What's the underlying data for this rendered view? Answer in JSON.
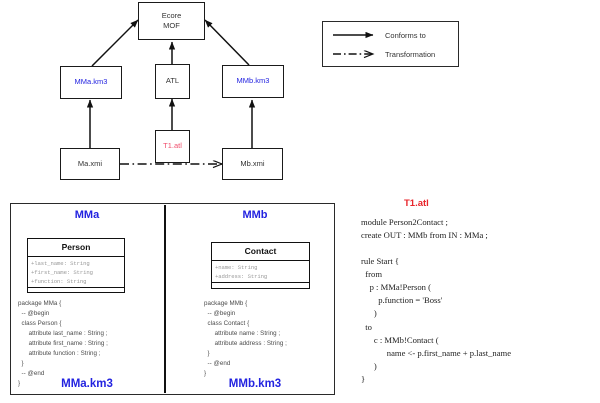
{
  "figure": {
    "top_diagram": {
      "nodes": [
        {
          "id": "ecore-mof",
          "label": "Ecore\nMOF",
          "color": "#333333"
        },
        {
          "id": "mma-km3",
          "label": "MMa.km3",
          "color": "#2323e0"
        },
        {
          "id": "atl",
          "label": "ATL",
          "color": "#333333"
        },
        {
          "id": "mmb-km3",
          "label": "MMb.km3",
          "color": "#2323e0"
        },
        {
          "id": "t1-atl",
          "label": "T1.atl",
          "color": "#f0506e"
        },
        {
          "id": "ma-xmi",
          "label": "Ma.xmi",
          "color": "#333333"
        },
        {
          "id": "mb-xmi",
          "label": "Mb.xmi",
          "color": "#333333"
        }
      ]
    },
    "legend": {
      "items": [
        {
          "icon": "solid-arrow-icon",
          "label": "Conforms to"
        },
        {
          "icon": "dashed-arrow-icon",
          "label": "Transformation"
        }
      ]
    },
    "metamodel_panels": [
      {
        "title": "MMa",
        "footer": "MMa.km3",
        "uml_class": {
          "name": "Person",
          "attributes": [
            "+last_name: String",
            "+first_name: String",
            "+function: String"
          ]
        },
        "code": "package MMa {\n  -- @begin\n  class Person {\n      attribute last_name : String ;\n      attribute first_name : String ;\n      attribute function : String ;\n  }\n  -- @end\n}"
      },
      {
        "title": "MMb",
        "footer": "MMb.km3",
        "uml_class": {
          "name": "Contact",
          "attributes": [
            "+name: String",
            "+address: String"
          ]
        },
        "code": "package MMb {\n  -- @begin\n  class Contact {\n      attribute name : String ;\n      attribute address : String ;\n  }\n  -- @end\n}"
      }
    ],
    "transformation": {
      "title": "T1.atl",
      "title_color": "#e8252b",
      "code": "module Person2Contact ;\ncreate OUT : MMb from IN : MMa ;\n\nrule Start {\n  from\n    p : MMa!Person (\n        p.function = 'Boss'\n      )\n  to\n      c : MMb!Contact (\n            name <- p.first_name + p.last_name\n      )\n}"
    }
  }
}
